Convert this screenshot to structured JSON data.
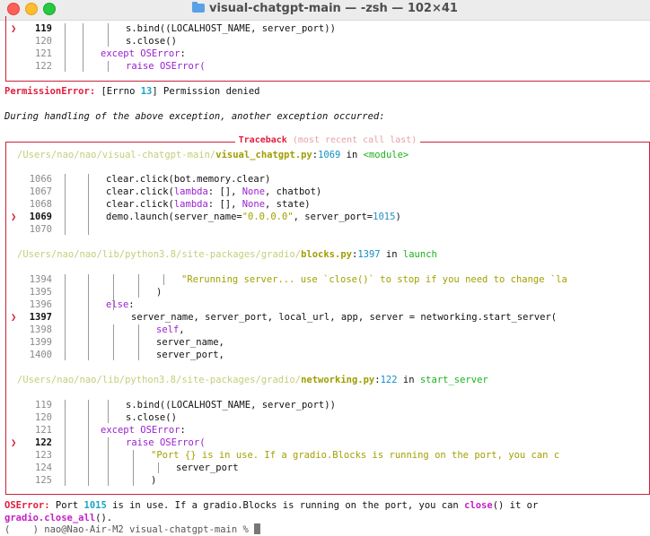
{
  "window": {
    "title": "visual-chatgpt-main — -zsh — 102×41"
  },
  "top_block": {
    "lines": [
      {
        "n": "119",
        "current": true,
        "indent": 140,
        "parts": [
          {
            "t": "s.bind((LOCALHOST_NAME, server_port))",
            "c": ""
          }
        ]
      },
      {
        "n": "120",
        "current": false,
        "indent": 140,
        "parts": [
          {
            "t": "s.close()",
            "c": ""
          }
        ]
      },
      {
        "n": "121",
        "current": false,
        "indent": 112,
        "parts": [
          {
            "t": "except ",
            "c": "kw"
          },
          {
            "t": "OSError",
            "c": "kw"
          },
          {
            "t": ":",
            "c": ""
          }
        ]
      },
      {
        "n": "122",
        "current": false,
        "indent": 140,
        "parts": [
          {
            "t": "raise ",
            "c": "kw"
          },
          {
            "t": "OSError(",
            "c": "kw"
          }
        ]
      }
    ]
  },
  "permission_error": {
    "label": "PermissionError:",
    "pre": " [Errno ",
    "errno": "13",
    "post": "] Permission denied"
  },
  "during_text": "During handling of the above exception, another exception occurred:",
  "traceback": {
    "title": "Traceback",
    "subtitle": "(most recent call last)",
    "frames": [
      {
        "dir": "/Users/nao/nao/visual-chatgpt-main/",
        "file": "visual_chatgpt.py",
        "lineno": "1069",
        "in_text": " in ",
        "func": "<module>",
        "lines": [
          {
            "n": "1066",
            "current": false,
            "indent": 118,
            "parts": [
              {
                "t": "clear.click(bot.memory.clear)",
                "c": ""
              }
            ]
          },
          {
            "n": "1067",
            "current": false,
            "indent": 118,
            "parts": [
              {
                "t": "clear.click(",
                "c": ""
              },
              {
                "t": "lambda",
                "c": "kw"
              },
              {
                "t": ": [], ",
                "c": ""
              },
              {
                "t": "None",
                "c": "kw"
              },
              {
                "t": ", chatbot)",
                "c": ""
              }
            ]
          },
          {
            "n": "1068",
            "current": false,
            "indent": 118,
            "parts": [
              {
                "t": "clear.click(",
                "c": ""
              },
              {
                "t": "lambda",
                "c": "kw"
              },
              {
                "t": ": [], ",
                "c": ""
              },
              {
                "t": "None",
                "c": "kw"
              },
              {
                "t": ", state)",
                "c": ""
              }
            ]
          },
          {
            "n": "1069",
            "current": true,
            "indent": 118,
            "parts": [
              {
                "t": "demo.launch(server_name=",
                "c": ""
              },
              {
                "t": "\"0.0.0.0\"",
                "c": "str"
              },
              {
                "t": ", server_port=",
                "c": ""
              },
              {
                "t": "1015",
                "c": "num"
              },
              {
                "t": ")",
                "c": ""
              }
            ]
          },
          {
            "n": "1070",
            "current": false,
            "indent": 118,
            "parts": []
          }
        ]
      },
      {
        "dir": "/Users/nao/nao/lib/python3.8/site-packages/gradio/",
        "file": "blocks.py",
        "lineno": "1397",
        "in_text": " in ",
        "func": "launch",
        "lines": [
          {
            "n": "1394",
            "current": false,
            "indent": 202,
            "parts": [
              {
                "t": "\"Rerunning server... use `close()` to stop if you need to change `la",
                "c": "str"
              }
            ]
          },
          {
            "n": "1395",
            "current": false,
            "indent": 174,
            "parts": [
              {
                "t": ")",
                "c": ""
              }
            ]
          },
          {
            "n": "1396",
            "current": false,
            "indent": 118,
            "parts": [
              {
                "t": "else",
                "c": "kw"
              },
              {
                "t": ":",
                "c": ""
              }
            ]
          },
          {
            "n": "1397",
            "current": true,
            "indent": 146,
            "parts": [
              {
                "t": "server_name, server_port, local_url, app, server = networking.start_server(",
                "c": ""
              }
            ]
          },
          {
            "n": "1398",
            "current": false,
            "indent": 174,
            "parts": [
              {
                "t": "self",
                "c": "kw"
              },
              {
                "t": ",",
                "c": ""
              }
            ]
          },
          {
            "n": "1399",
            "current": false,
            "indent": 174,
            "parts": [
              {
                "t": "server_name,",
                "c": ""
              }
            ]
          },
          {
            "n": "1400",
            "current": false,
            "indent": 174,
            "parts": [
              {
                "t": "server_port,",
                "c": ""
              }
            ]
          }
        ]
      },
      {
        "dir": "/Users/nao/nao/lib/python3.8/site-packages/gradio/",
        "file": "networking.py",
        "lineno": "122",
        "in_text": " in ",
        "func": "start_server",
        "lines": [
          {
            "n": "119",
            "current": false,
            "indent": 140,
            "parts": [
              {
                "t": "s.bind((LOCALHOST_NAME, server_port))",
                "c": ""
              }
            ]
          },
          {
            "n": "120",
            "current": false,
            "indent": 140,
            "parts": [
              {
                "t": "s.close()",
                "c": ""
              }
            ]
          },
          {
            "n": "121",
            "current": false,
            "indent": 112,
            "parts": [
              {
                "t": "except ",
                "c": "kw"
              },
              {
                "t": "OSError",
                "c": "kw"
              },
              {
                "t": ":",
                "c": ""
              }
            ]
          },
          {
            "n": "122",
            "current": true,
            "indent": 140,
            "parts": [
              {
                "t": "raise ",
                "c": "kw"
              },
              {
                "t": "OSError(",
                "c": "kw"
              }
            ]
          },
          {
            "n": "123",
            "current": false,
            "indent": 168,
            "parts": [
              {
                "t": "\"Port {} is in use. If a gradio.Blocks is running on the port, you can c",
                "c": "str"
              }
            ]
          },
          {
            "n": "124",
            "current": false,
            "indent": 196,
            "parts": [
              {
                "t": "server_port",
                "c": ""
              }
            ]
          },
          {
            "n": "125",
            "current": false,
            "indent": 168,
            "parts": [
              {
                "t": ")",
                "c": ""
              }
            ]
          }
        ]
      }
    ]
  },
  "os_error": {
    "label": "OSError:",
    "t1": " Port ",
    "port": "1015",
    "t2": " is in use. If a gradio.Blocks is running on the port, you can ",
    "close": "close",
    "t3": "() it or",
    "line2_fn": "gradio.close_all",
    "line2_rest": "()."
  },
  "prompt_partial": "(    ) nao@Nao-Air-M2 visual-chatgpt-main % "
}
